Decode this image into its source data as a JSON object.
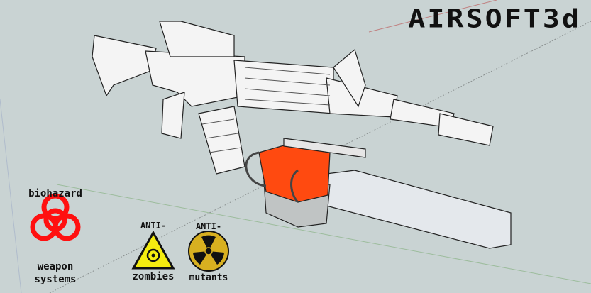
{
  "logo": {
    "text": "AIRSOFT3d"
  },
  "badges": {
    "biohazard": {
      "top": "biohazard",
      "line1": "weapon",
      "line2": "systems",
      "color": "#ff1010"
    },
    "zombies": {
      "top": "ANTI-",
      "bottom": "zombies",
      "color": "#f4ec10"
    },
    "mutants": {
      "top": "ANTI-",
      "bottom": "mutants",
      "color": "#d8b020"
    }
  },
  "colors": {
    "background": "#c9d3d3",
    "chainsaw_body": "#ff4a10",
    "model": "#f4f4f4"
  }
}
